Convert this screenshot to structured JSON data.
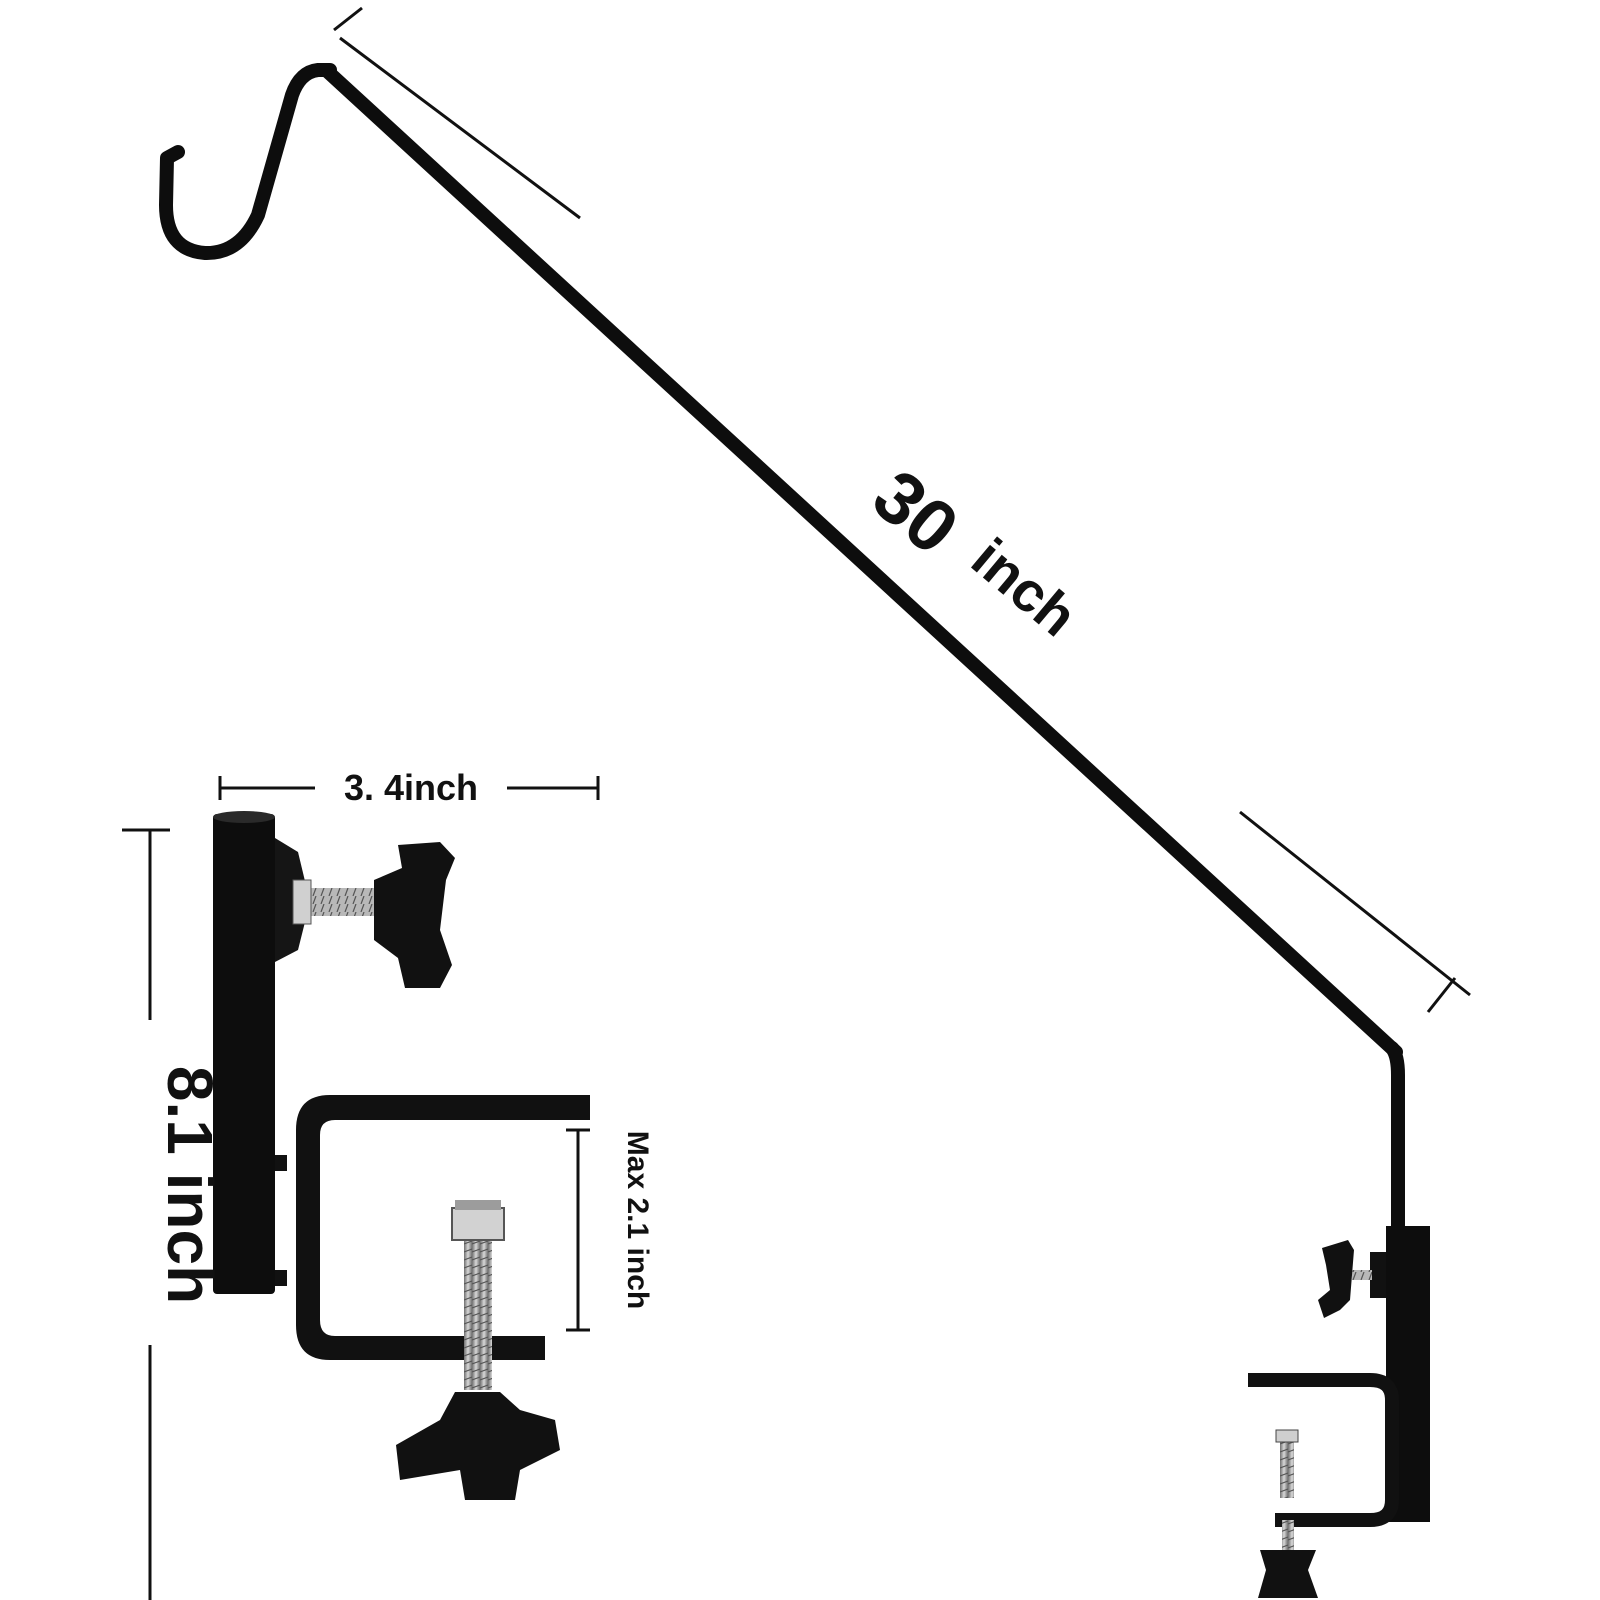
{
  "dimensions": {
    "arm_length_number": "30",
    "arm_length_unit": "inch",
    "clamp_width": "3. 4inch",
    "clamp_height": "8.1 inch",
    "clamp_opening": "Max 2.1 inch"
  },
  "colors": {
    "product": "#0d0d0d",
    "dimension_line": "#111111",
    "metal": "#9a9a9a",
    "background": "#ffffff"
  }
}
